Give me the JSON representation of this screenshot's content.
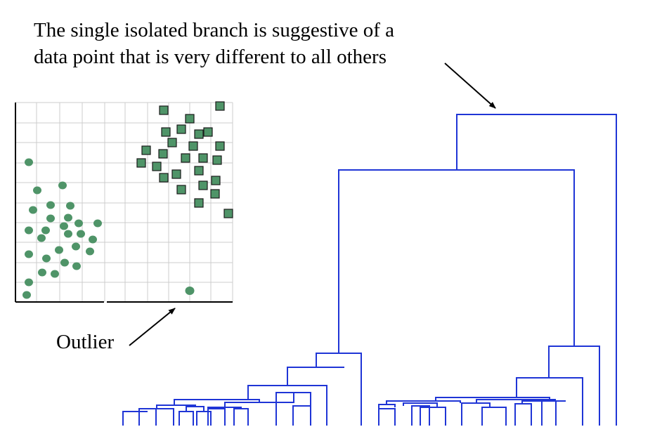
{
  "annotation": {
    "caption_line1": "The single isolated branch is suggestive of a",
    "caption_line2": "data point that is very different to all others",
    "outlier_label": "Outlier"
  },
  "colors": {
    "dendrogram_line": "#1f35d6",
    "point_fill": "#4f9468",
    "square_border": "#1a1a1a",
    "grid_line": "#cccccc",
    "axis_line": "#000000",
    "arrow": "#000000"
  }
}
